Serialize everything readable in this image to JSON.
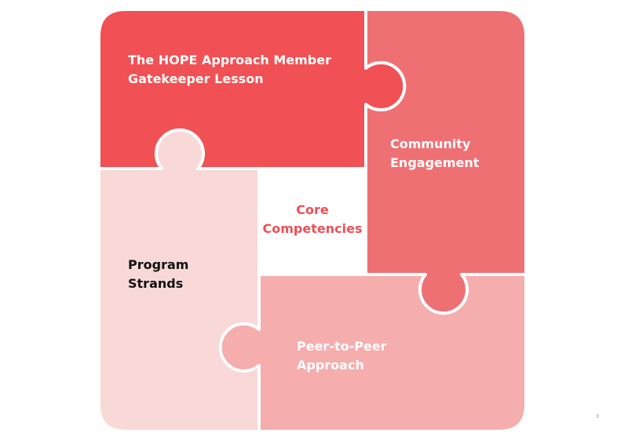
{
  "pieces": {
    "top": {
      "line1": "The HOPE Approach Member",
      "line2": "Gatekeeper Lesson",
      "color": "#f15054"
    },
    "right": {
      "line1": "Community",
      "line2": "Engagement",
      "color": "#ef7073"
    },
    "left": {
      "line1": "Program",
      "line2": "Strands",
      "color": "#f9d8d8"
    },
    "bottom": {
      "line1": "Peer-to-Peer",
      "line2": "Approach",
      "color": "#f5adad"
    }
  },
  "center": {
    "line1": "Core",
    "line2": "Competencies",
    "color": "#ee4f55"
  },
  "page_number": "3"
}
